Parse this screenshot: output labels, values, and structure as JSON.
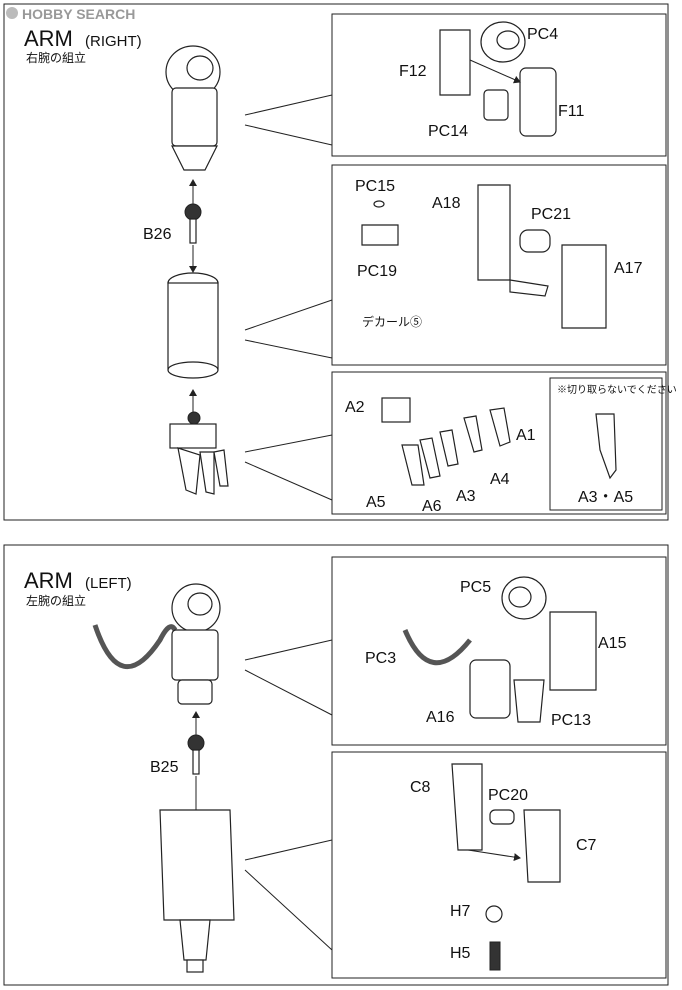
{
  "watermark": "HOBBY SEARCH",
  "right_arm": {
    "title": "ARM",
    "title_suffix": "(RIGHT)",
    "subtitle": "右腕の組立",
    "labels": {
      "pc4": "PC4",
      "f12": "F12",
      "f11": "F11",
      "pc14": "PC14",
      "pc15": "PC15",
      "pc19": "PC19",
      "a18": "A18",
      "pc21": "PC21",
      "a17": "A17",
      "decal": "デカール⑤",
      "b26": "B26",
      "a2": "A2",
      "a1": "A1",
      "a4": "A4",
      "a3": "A3",
      "a5": "A5",
      "a6": "A6",
      "note": "※切り取らないでください",
      "note_parts": "A3・A5"
    }
  },
  "left_arm": {
    "title": "ARM",
    "title_suffix": "(LEFT)",
    "subtitle": "左腕の組立",
    "labels": {
      "pc5": "PC5",
      "pc3": "PC3",
      "a15": "A15",
      "a16": "A16",
      "pc13": "PC13",
      "b25": "B25",
      "c8": "C8",
      "pc20": "PC20",
      "c7": "C7",
      "h7": "H7",
      "h5": "H5"
    }
  }
}
